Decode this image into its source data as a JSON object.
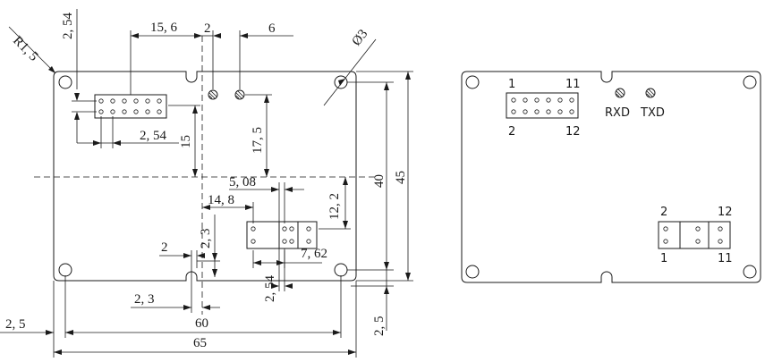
{
  "left_view": {
    "corner_radius": "R1, 5",
    "hole_dia": "Ø3",
    "pitch_v": "2, 54",
    "spacing_15_6": "15, 6",
    "spacing_2_top": "2",
    "spacing_6": "6",
    "pitch_h": "2, 54",
    "dim_15": "15",
    "dim_17_5": "17, 5",
    "dim_5_08": "5, 08",
    "dim_14_8": "14, 8",
    "dim_12_2": "12, 2",
    "dim_2_3_v": "2, 3",
    "dim_2_mid": "2",
    "dim_7_62": "7, 62",
    "dim_2_54_bottom": "2, 54",
    "dim_2_3_h": "2, 3",
    "height_inner": "40",
    "height_total": "45",
    "dim_2_5_left": "2, 5",
    "dim_2_5_right": "2, 5",
    "width_inner": "60",
    "width_total": "65"
  },
  "right_view": {
    "header1_pin_first": "1",
    "header1_pin_last": "11",
    "header1_pin_second": "2",
    "header1_pin_end": "12",
    "rxd_label": "RXD",
    "txd_label": "TXD",
    "header2_pin_second": "2",
    "header2_pin_end": "12",
    "header2_pin_first": "1",
    "header2_pin_last": "11"
  }
}
